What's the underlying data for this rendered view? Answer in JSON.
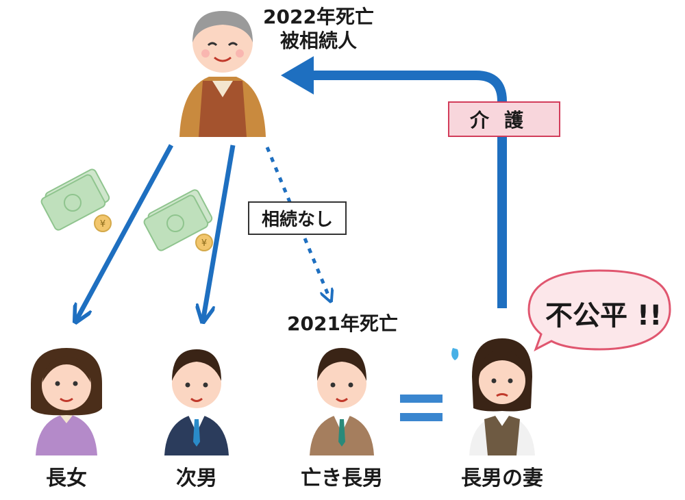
{
  "deceased": {
    "note_line1": "2022年死亡",
    "note_line2": "被相続人"
  },
  "labels": {
    "no_inheritance": "相続なし",
    "care": "介護",
    "eldest_son_death": "2021年死亡",
    "unfair": "不公平 !!"
  },
  "people": [
    {
      "id": "eldest-daughter",
      "label": "長女"
    },
    {
      "id": "second-son",
      "label": "次男"
    },
    {
      "id": "late-eldest-son",
      "label": "亡き長男"
    },
    {
      "id": "eldest-sons-wife",
      "label": "長男の妻"
    }
  ],
  "colors": {
    "arrow_blue": "#1e6fc0",
    "care_box_fill": "#f8d6dc",
    "care_box_border": "#d23c5a",
    "bubble_fill": "#fce7ea",
    "bubble_border": "#e0566f"
  },
  "icons": [
    "money-icon",
    "yen-coin-icon",
    "sweat-drop-icon",
    "equals-sign-icon"
  ]
}
